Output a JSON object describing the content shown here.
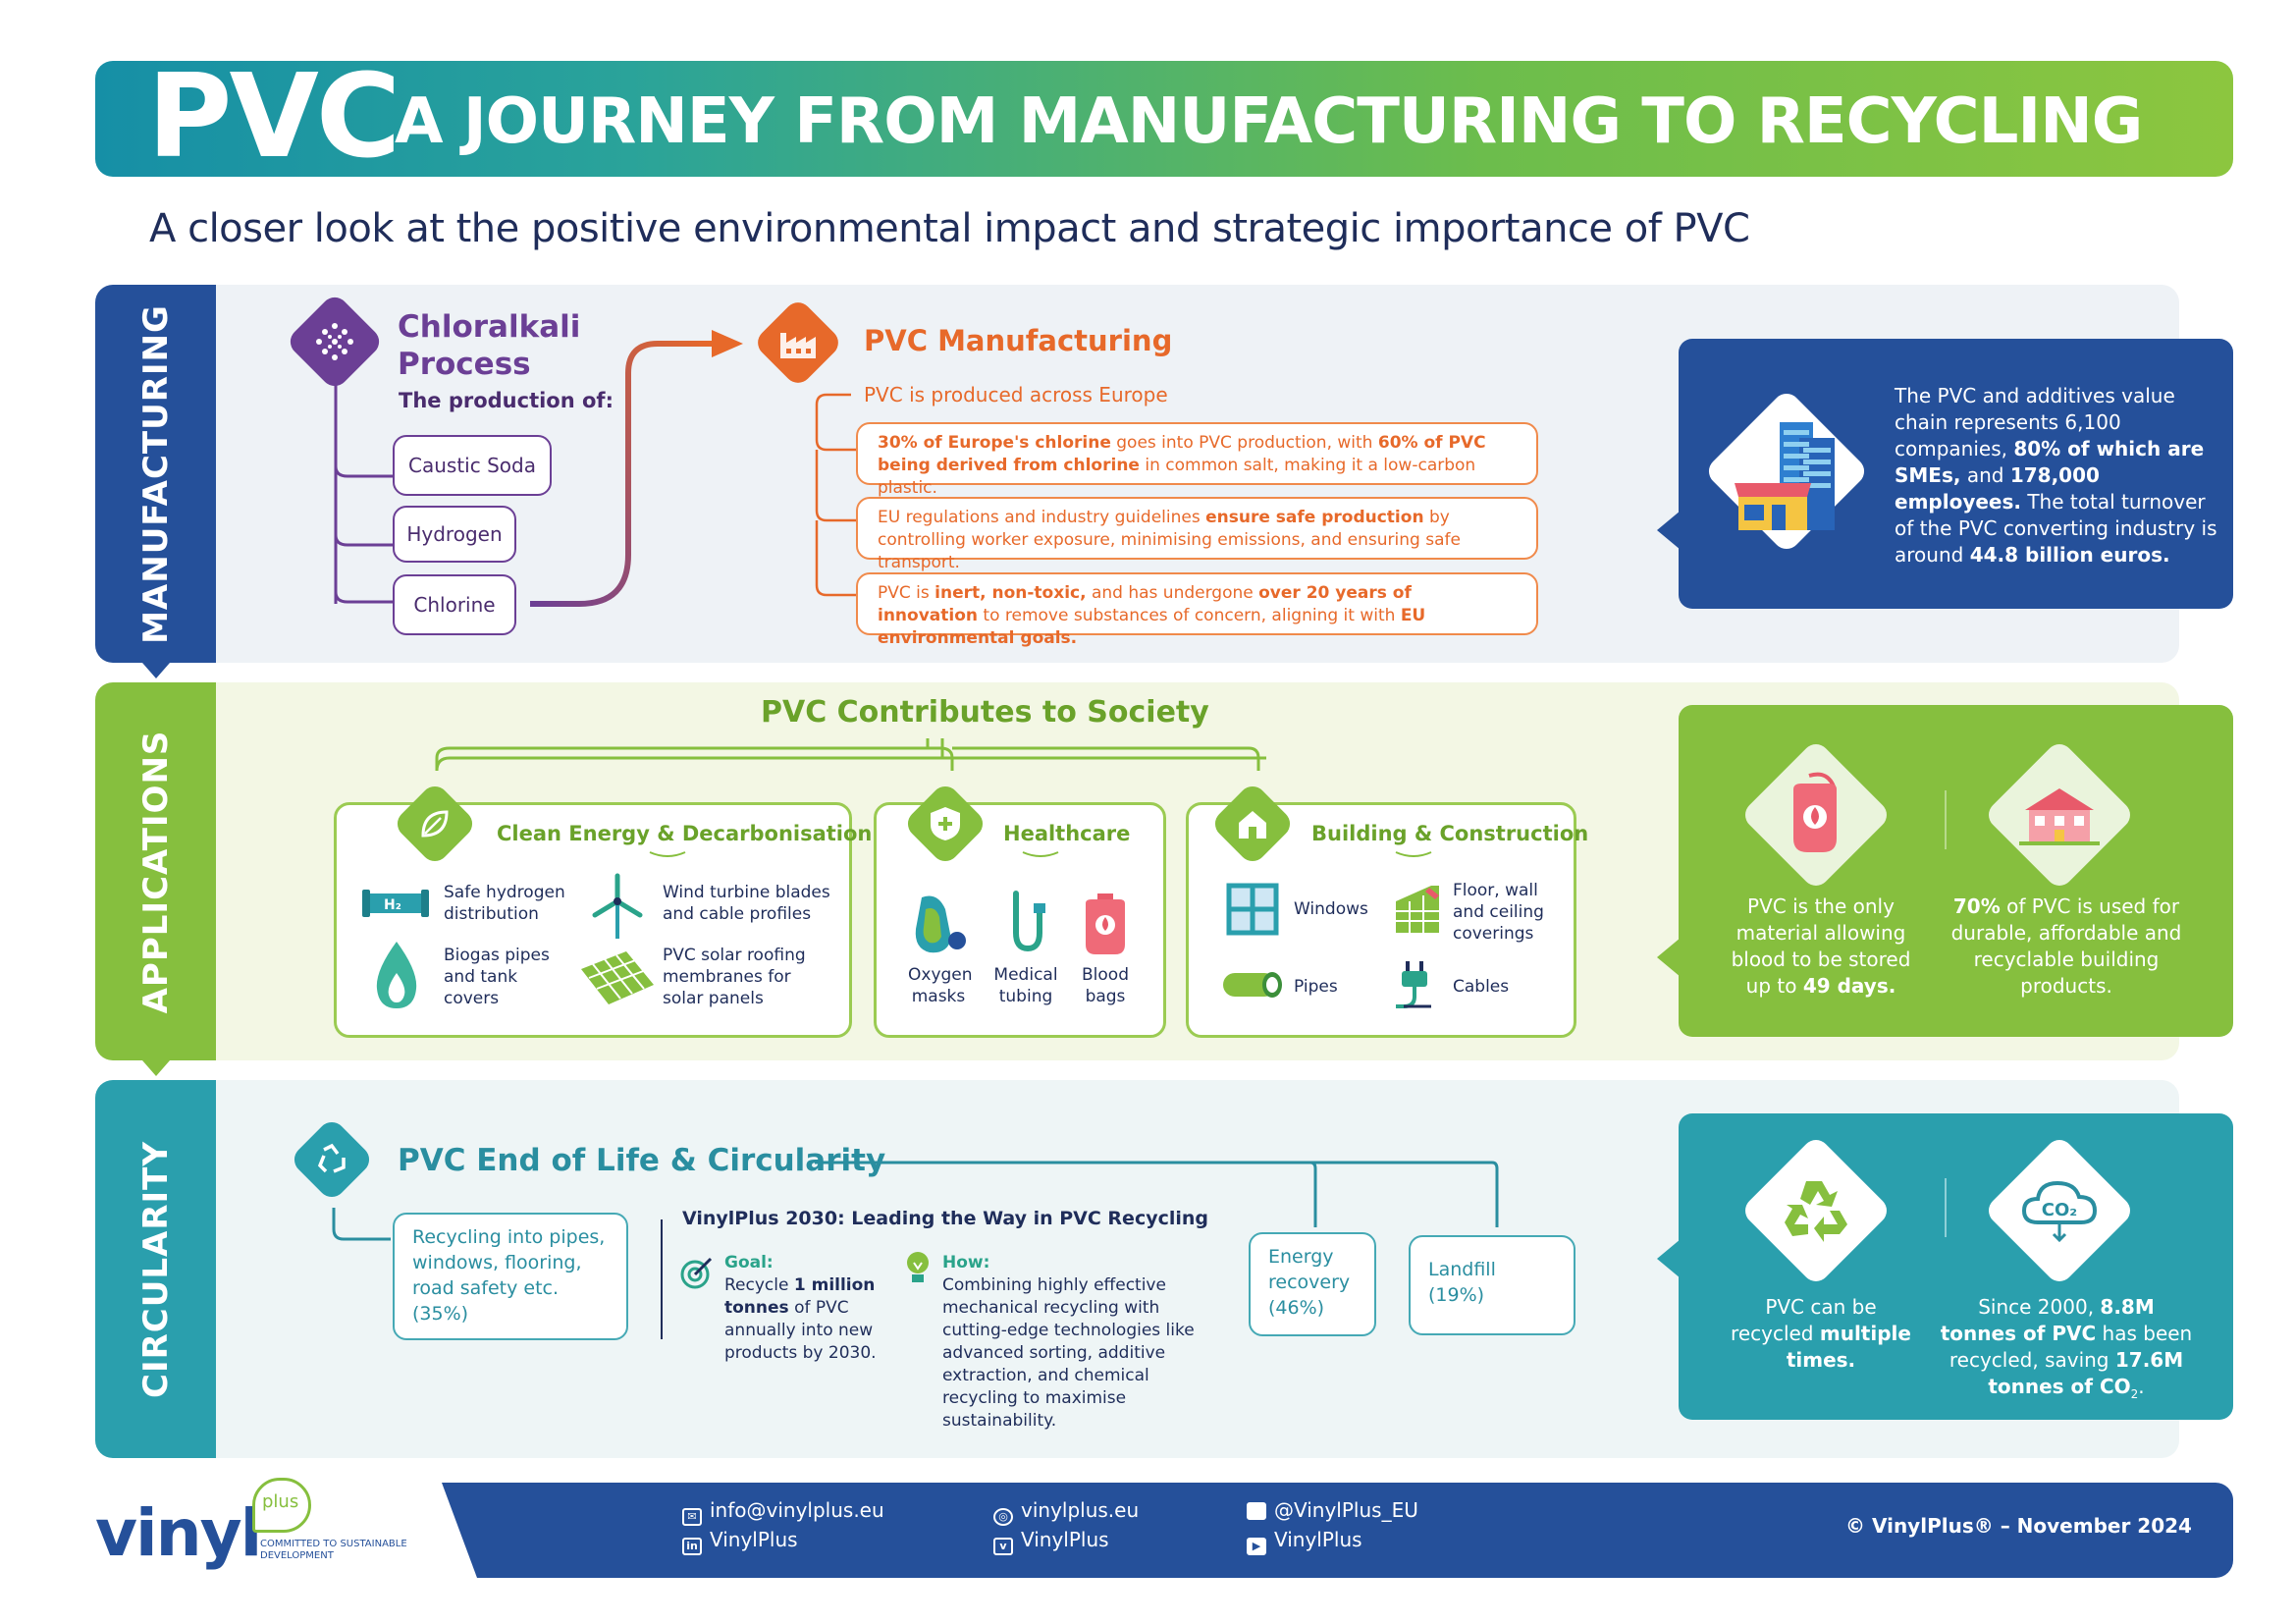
{
  "header": {
    "pvc": "PVC",
    "title": "A JOURNEY FROM MANUFACTURING TO RECYCLING",
    "subtitle": "A closer look at the positive environmental impact and strategic importance of PVC"
  },
  "sections": {
    "manufacturing": "MANUFACTURING",
    "applications": "APPLICATIONS",
    "circularity": "CIRCULARITY"
  },
  "chloralkali": {
    "title": "Chloralkali Process",
    "subtitle": "The production of:",
    "items": [
      "Caustic Soda",
      "Hydrogen",
      "Chlorine"
    ]
  },
  "manufacturing": {
    "title": "PVC Manufacturing",
    "subtitle": "PVC is produced across Europe",
    "box1": {
      "b1": "30% of Europe's chlorine",
      "t1": " goes into PVC production, with ",
      "b2": "60% of PVC being derived from chlorine",
      "t2": " in common salt, making it a low-carbon plastic."
    },
    "box2": {
      "t1": "EU regulations and industry guidelines ",
      "b1": "ensure safe production",
      "t2": " by controlling worker exposure, minimising emissions, and ensuring safe transport."
    },
    "box3": {
      "t1": "PVC is ",
      "b1": "inert, non-toxic,",
      "t2": " and has undergone ",
      "b2": "over 20 years of innovation",
      "t3": " to remove substances of concern, aligning it with ",
      "b3": "EU environmental goals."
    },
    "card": {
      "t1": "The PVC and additives value chain represents 6,100 companies, ",
      "b1": "80% of which are SMEs,",
      "t2": " and ",
      "b2": "178,000 employees.",
      "t3": " The total turnover of the PVC converting industry is around ",
      "b3": "44.8 billion euros."
    }
  },
  "applications": {
    "title": "PVC Contributes to Society",
    "clean_energy": {
      "title": "Clean Energy & Decarbonisation",
      "items": [
        "Safe hydrogen distribution",
        "Wind turbine blades and cable profiles",
        "Biogas pipes and tank covers",
        "PVC solar roofing membranes for solar panels"
      ]
    },
    "healthcare": {
      "title": "Healthcare",
      "items": [
        "Oxygen masks",
        "Medical tubing",
        "Blood bags"
      ]
    },
    "building": {
      "title": "Building & Construction",
      "items": [
        "Windows",
        "Floor, wall and ceiling coverings",
        "Pipes",
        "Cables"
      ]
    },
    "card_left": {
      "t1": "PVC is the only material allowing blood to be stored up to ",
      "b1": "49 days."
    },
    "card_right": {
      "b1": "70%",
      "t1": " of PVC is used for durable, affordable and recyclable building products."
    }
  },
  "circularity": {
    "title": "PVC End of Life & Circularity",
    "recycling": "Recycling into pipes, windows, flooring, road safety etc. (35%)",
    "vinylplus_title": "VinylPlus 2030: Leading the Way in PVC Recycling",
    "goal_label": "Goal:",
    "goal": {
      "t1": "Recycle ",
      "b1": "1 million tonnes",
      "t2": " of PVC annually into new products by 2030."
    },
    "how_label": "How:",
    "how": "Combining highly effective mechanical recycling with cutting-edge technologies like advanced sorting, additive extraction, and chemical recycling to maximise sustainability.",
    "energy": "Energy recovery (46%)",
    "landfill": "Landfill (19%)",
    "card_left": {
      "t1": "PVC can be recycled ",
      "b1": "multiple times."
    },
    "card_right": {
      "t1": "Since 2000, ",
      "b1": "8.8M tonnes of PVC",
      "t2": " has been recycled, saving ",
      "b2": "17.6M tonnes of CO",
      "sub": "2",
      "t3": "."
    },
    "co2_label": "CO₂"
  },
  "footer": {
    "logo_word": "vinyl",
    "logo_plus": "plus",
    "logo_tagline": "COMMITTED TO SUSTAINABLE DEVELOPMENT",
    "email": "info@vinylplus.eu",
    "linkedin": "VinylPlus",
    "website": "vinylplus.eu",
    "vimeo": "VinylPlus",
    "x_handle": "@VinylPlus_EU",
    "youtube": "VinylPlus",
    "copyright": "© VinylPlus® – November 2024"
  },
  "colors": {
    "navy": "#25509a",
    "green": "#86bf3e",
    "teal": "#2a9fad",
    "purple": "#6b3f95",
    "orange": "#e7692a"
  }
}
